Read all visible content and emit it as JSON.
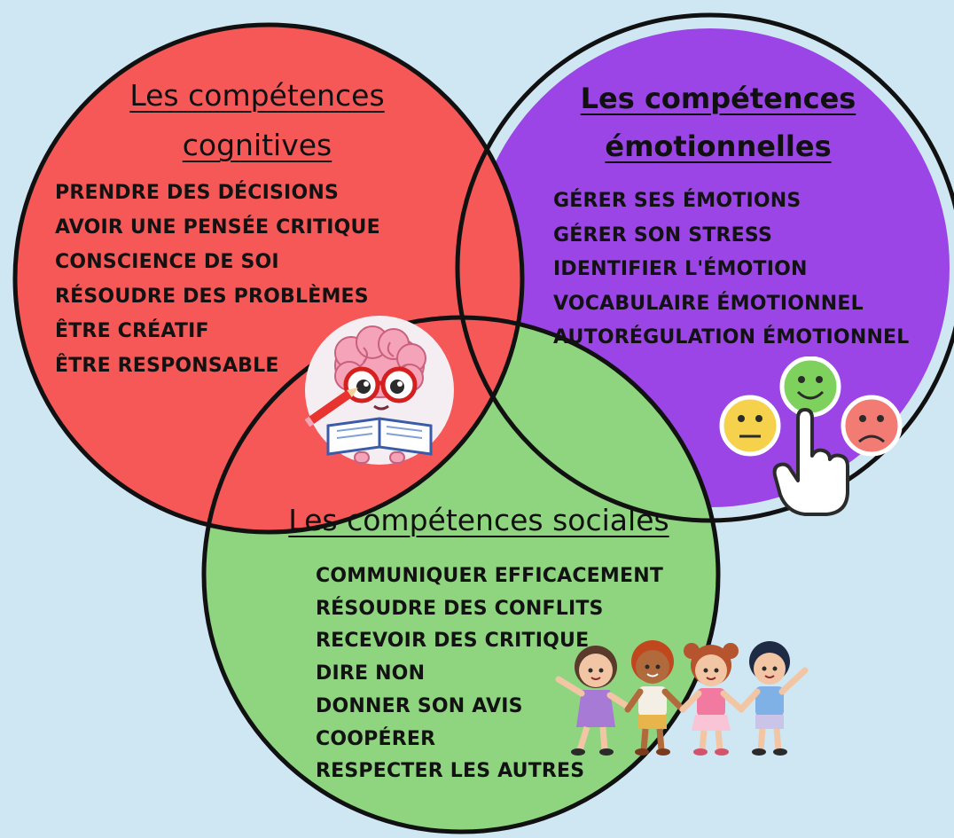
{
  "cognitive": {
    "title_line1": "Les compétences",
    "title_line2": "cognitives",
    "items": [
      "PRENDRE DES DÉCISIONS",
      "AVOIR UNE PENSÉE CRITIQUE",
      "CONSCIENCE DE SOI",
      "RÉSOUDRE DES PROBLÈMES",
      "ÊTRE CRÉATIF",
      "ÊTRE RESPONSABLE"
    ]
  },
  "emotional": {
    "title_line1": "Les compétences",
    "title_line2": "émotionnelles",
    "items": [
      "GÉRER SES ÉMOTIONS",
      "GÉRER SON STRESS",
      "IDENTIFIER L'ÉMOTION",
      "VOCABULAIRE ÉMOTIONNEL",
      "AUTORÉGULATION ÉMOTIONNEL"
    ]
  },
  "social": {
    "title": "Les compétences sociales",
    "items": [
      "COMMUNIQUER EFFICACEMENT",
      "RÉSOUDRE DES CONFLITS",
      "RECEVOIR DES CRITIQUE",
      "DIRE NON",
      "DONNER SON AVIS",
      "COOPÉRER",
      "RESPECTER LES AUTRES"
    ]
  },
  "colors": {
    "background": "#cfe6f3",
    "cognitive": "#f65858",
    "emotional": "#9b45e6",
    "social": "#8fd47f",
    "outline": "#111111"
  },
  "icons": {
    "cognitive": "brain-reading-book-icon",
    "emotional": "emotion-faces-hand-icon",
    "social": "children-holding-hands-icon"
  }
}
